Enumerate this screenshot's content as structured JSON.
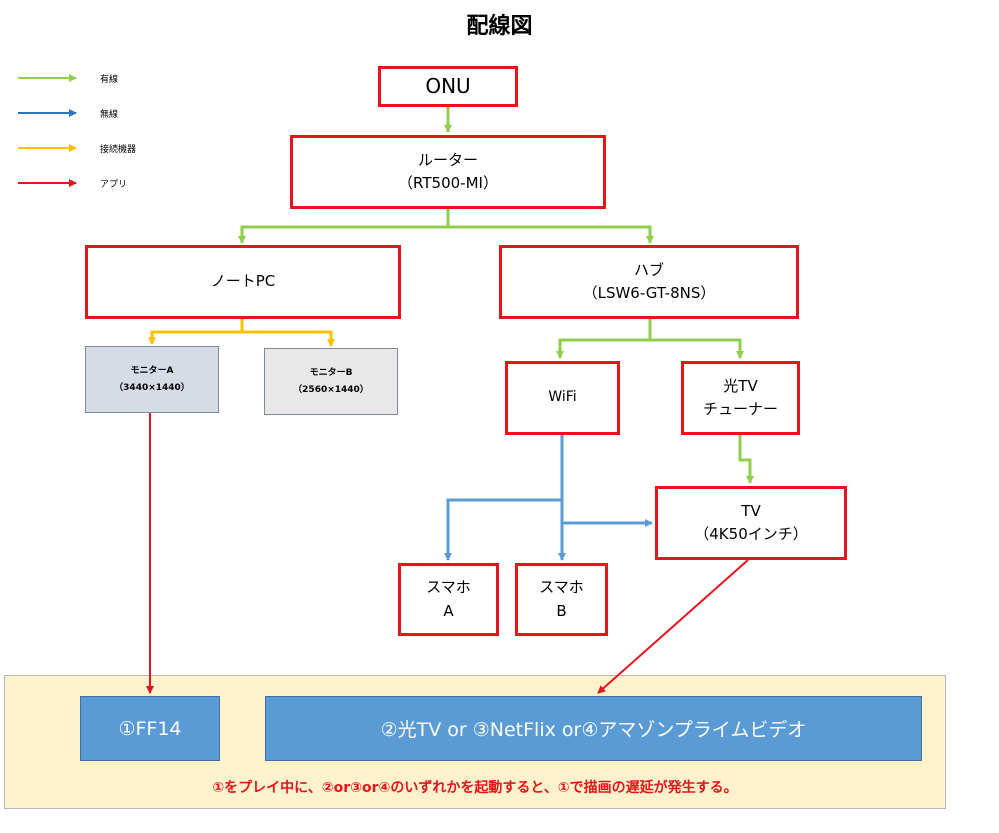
{
  "title": "配線図",
  "legend": [
    {
      "label": "有線",
      "color": "#8fcf4a"
    },
    {
      "label": "無線",
      "color": "#2e75b6"
    },
    {
      "label": "接続機器",
      "color": "#ffc000"
    },
    {
      "label": "アプリ",
      "color": "#e8141b"
    }
  ],
  "nodes": {
    "onu": {
      "line1": "ONU"
    },
    "router": {
      "line1": "ルーター",
      "line2": "（RT500-MI）"
    },
    "notepc": {
      "line1": "ノートPC"
    },
    "hub": {
      "line1": "ハブ",
      "line2": "（LSW6-GT-8NS）"
    },
    "monitor_a": {
      "line1": "モニターA",
      "line2": "（3440×1440）"
    },
    "monitor_b": {
      "line1": "モニターB",
      "line2": "（2560×1440）"
    },
    "wifi": {
      "line1": "WiFi"
    },
    "tuner": {
      "line1": "光TV",
      "line2": "チューナー"
    },
    "tv": {
      "line1": "TV",
      "line2": "（4K50インチ）"
    },
    "phone_a": {
      "line1": "スマホ",
      "line2": "A"
    },
    "phone_b": {
      "line1": "スマホ",
      "line2": "B"
    }
  },
  "apps": {
    "ff14": "①FF14",
    "video": "②光TV or ③NetFlix or④アマゾンプライムビデオ"
  },
  "note": "①をプレイ中に、②or③or④のいずれかを起動すると、①で描画の遅延が発生する。"
}
